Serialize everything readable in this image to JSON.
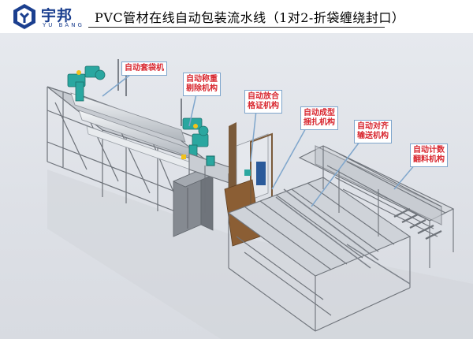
{
  "brand": {
    "name": "宇邦",
    "subtitle": "YU BANG"
  },
  "title": "PVC管材在线自动包装流水线（1对2-折袋缠绕封口）",
  "callouts": [
    {
      "id": "auto-bagging",
      "lines": [
        "自动套袋机"
      ]
    },
    {
      "id": "auto-weighing-reject",
      "lines": [
        "自动称重",
        "剔除机构"
      ]
    },
    {
      "id": "auto-release-qualified",
      "lines": [
        "自动放合",
        "格证机构"
      ]
    },
    {
      "id": "auto-forming-strapping",
      "lines": [
        "自动成型",
        "捆扎机构"
      ]
    },
    {
      "id": "auto-align-convey",
      "lines": [
        "自动对齐",
        "输送机构"
      ]
    },
    {
      "id": "auto-count-flip",
      "lines": [
        "自动计数",
        "翻料机构"
      ]
    }
  ],
  "colors": {
    "callout_text": "#d8262e",
    "callout_border": "#7fa6cc",
    "brand_blue": "#1b3f8f",
    "machine_teal": "#2aa7a0",
    "panel_gray": "#8a8f96",
    "label_brown": "#8b5e34"
  }
}
